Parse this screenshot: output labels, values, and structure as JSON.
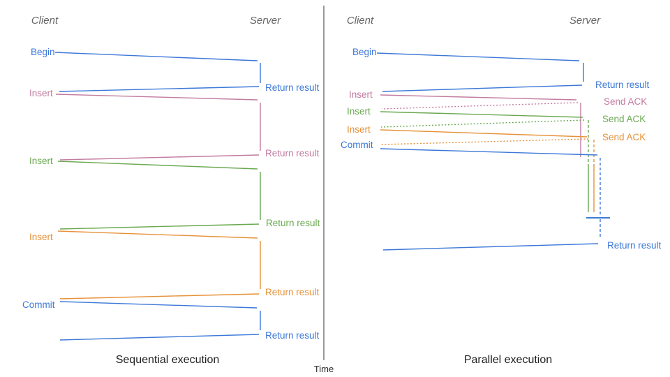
{
  "colors": {
    "blue": "#3c78d8",
    "magenta": "#c27ba0",
    "green": "#6aa84f",
    "orange": "#e69138",
    "axis": "#555555",
    "header_gray": "#666666",
    "title_dark": "#212121"
  },
  "time_axis": {
    "label": "Time"
  },
  "sequential": {
    "title": "Sequential execution",
    "client_header": "Client",
    "server_header": "Server",
    "messages": [
      {
        "request": "Begin",
        "response": "Return result",
        "color": "blue"
      },
      {
        "request": "Insert",
        "response": "Return result",
        "color": "magenta"
      },
      {
        "request": "Insert",
        "response": "Return result",
        "color": "green"
      },
      {
        "request": "Insert",
        "response": "Return result",
        "color": "orange"
      },
      {
        "request": "Commit",
        "response": "Return result",
        "color": "blue"
      }
    ]
  },
  "parallel": {
    "title": "Parallel execution",
    "client_header": "Client",
    "server_header": "Server",
    "messages": [
      {
        "request": "Begin",
        "response": "Return result",
        "color": "blue"
      },
      {
        "request": "Insert",
        "response": "Send ACK",
        "color": "magenta"
      },
      {
        "request": "Insert",
        "response": "Send ACK",
        "color": "green"
      },
      {
        "request": "Insert",
        "response": "Send ACK",
        "color": "orange"
      },
      {
        "request": "Commit",
        "response": "Return result",
        "color": "blue"
      }
    ]
  }
}
